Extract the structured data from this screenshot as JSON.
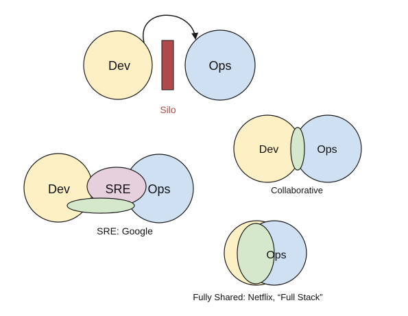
{
  "palette": {
    "dev_fill": "#fdf0c4",
    "ops_fill": "#cfe0f3",
    "sre_fill": "#e6d0dd",
    "shared_fill": "#d6e8cc",
    "silo_fill": "#b04a4a",
    "silo_text": "#b04a4a",
    "stroke": "#1a1a1a",
    "text": "#111111"
  },
  "silo": {
    "dev_label": "Dev",
    "ops_label": "Ops",
    "caption": "Silo"
  },
  "collaborative": {
    "dev_label": "Dev",
    "ops_label": "Ops",
    "caption": "Collaborative"
  },
  "sre": {
    "dev_label": "Dev",
    "sre_label": "SRE",
    "ops_label": "Ops",
    "caption": "SRE: Google"
  },
  "fully_shared": {
    "ops_label": "Ops",
    "caption": "Fully Shared: Netflix, “Full Stack”"
  }
}
